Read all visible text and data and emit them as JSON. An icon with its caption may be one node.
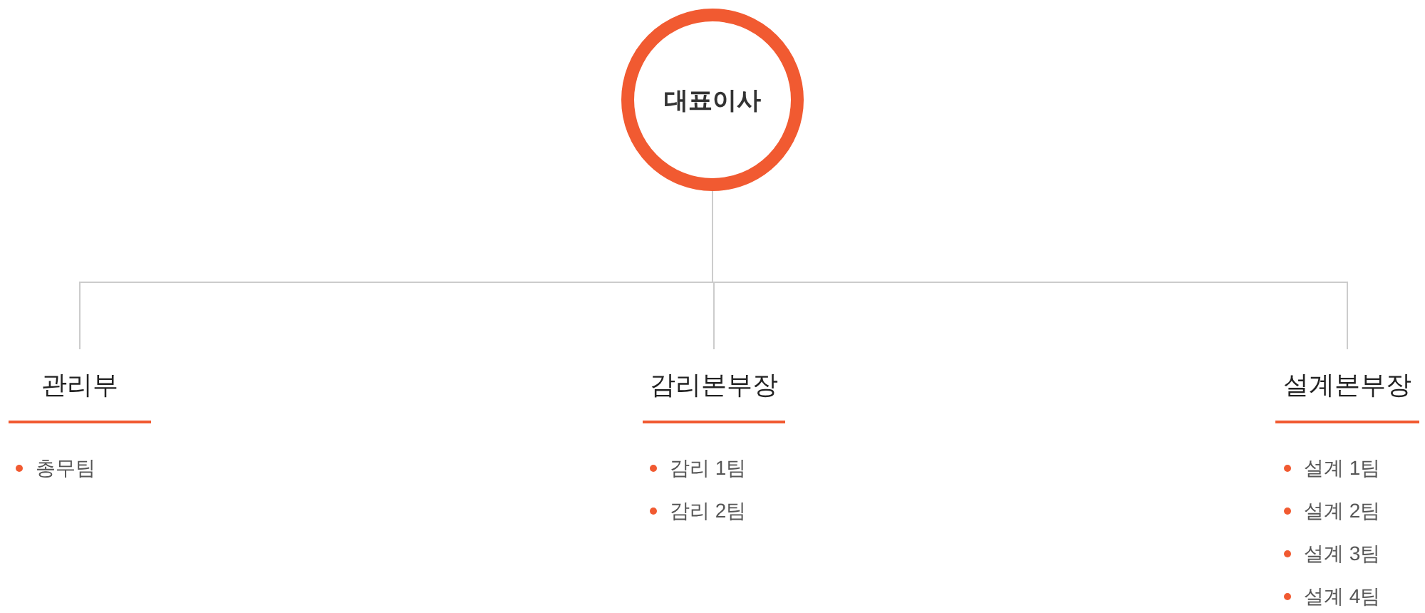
{
  "diagram": {
    "nodes": [
      {
        "text": [
          "대표이사"
        ]
      },
      {
        "text": [
          "관리부"
        ],
        "beside": [
          "총무팀"
        ]
      },
      {
        "text": [
          "감리본부장"
        ],
        "beside": [
          "감리 1팀",
          "감리 2팀"
        ]
      },
      {
        "text": [
          "설계본부장"
        ],
        "beside": [
          "설계 1팀",
          "설계 2팀",
          "설계 3팀",
          "설계 4팀"
        ]
      }
    ],
    "edges": [
      {
        "from": 0,
        "to": 1,
        "arrow": "none"
      },
      {
        "from": 0,
        "to": 2,
        "arrow": "none"
      },
      {
        "from": 0,
        "to": 3,
        "arrow": "none"
      }
    ]
  }
}
